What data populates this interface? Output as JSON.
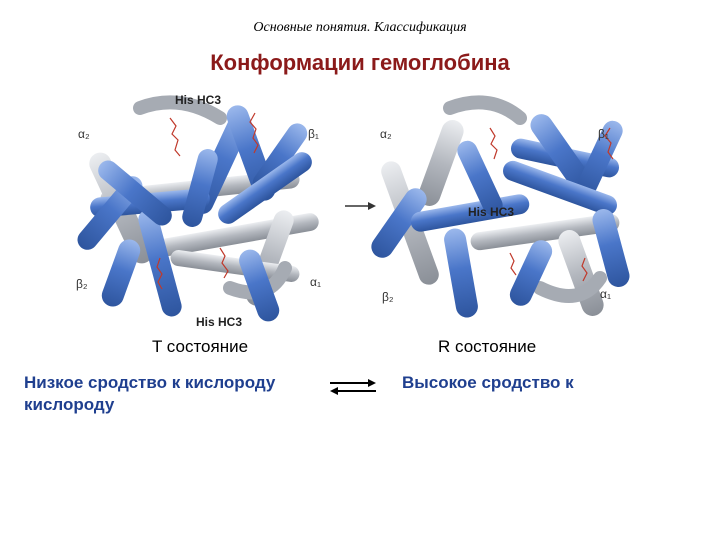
{
  "header": {
    "subtitle": "Основные понятия. Классификация",
    "title": "Конформации гемоглобина"
  },
  "figure": {
    "left_structure": {
      "labels": {
        "alpha2": "α₂",
        "beta1": "β₁",
        "beta2": "β₂",
        "alpha1": "α₁",
        "his_top": "His HC3",
        "his_bottom": "His HC3"
      }
    },
    "right_structure": {
      "labels": {
        "alpha2": "α₂",
        "beta1": "β₁",
        "beta2": "β₂",
        "alpha1": "α₁",
        "his_mid": "His HC3"
      }
    },
    "colors": {
      "helix_blue": "#4a76c9",
      "helix_blue_light": "#7fa3e0",
      "helix_gray": "#9ea3ab",
      "helix_gray_light": "#d2d5da",
      "heme_red": "#c0392b"
    }
  },
  "states": {
    "t_label": "T состояние",
    "r_label": "R состояние"
  },
  "affinity": {
    "low": "Низкое сродство к кислороду кислороду",
    "high": "Высокое сродство к"
  }
}
